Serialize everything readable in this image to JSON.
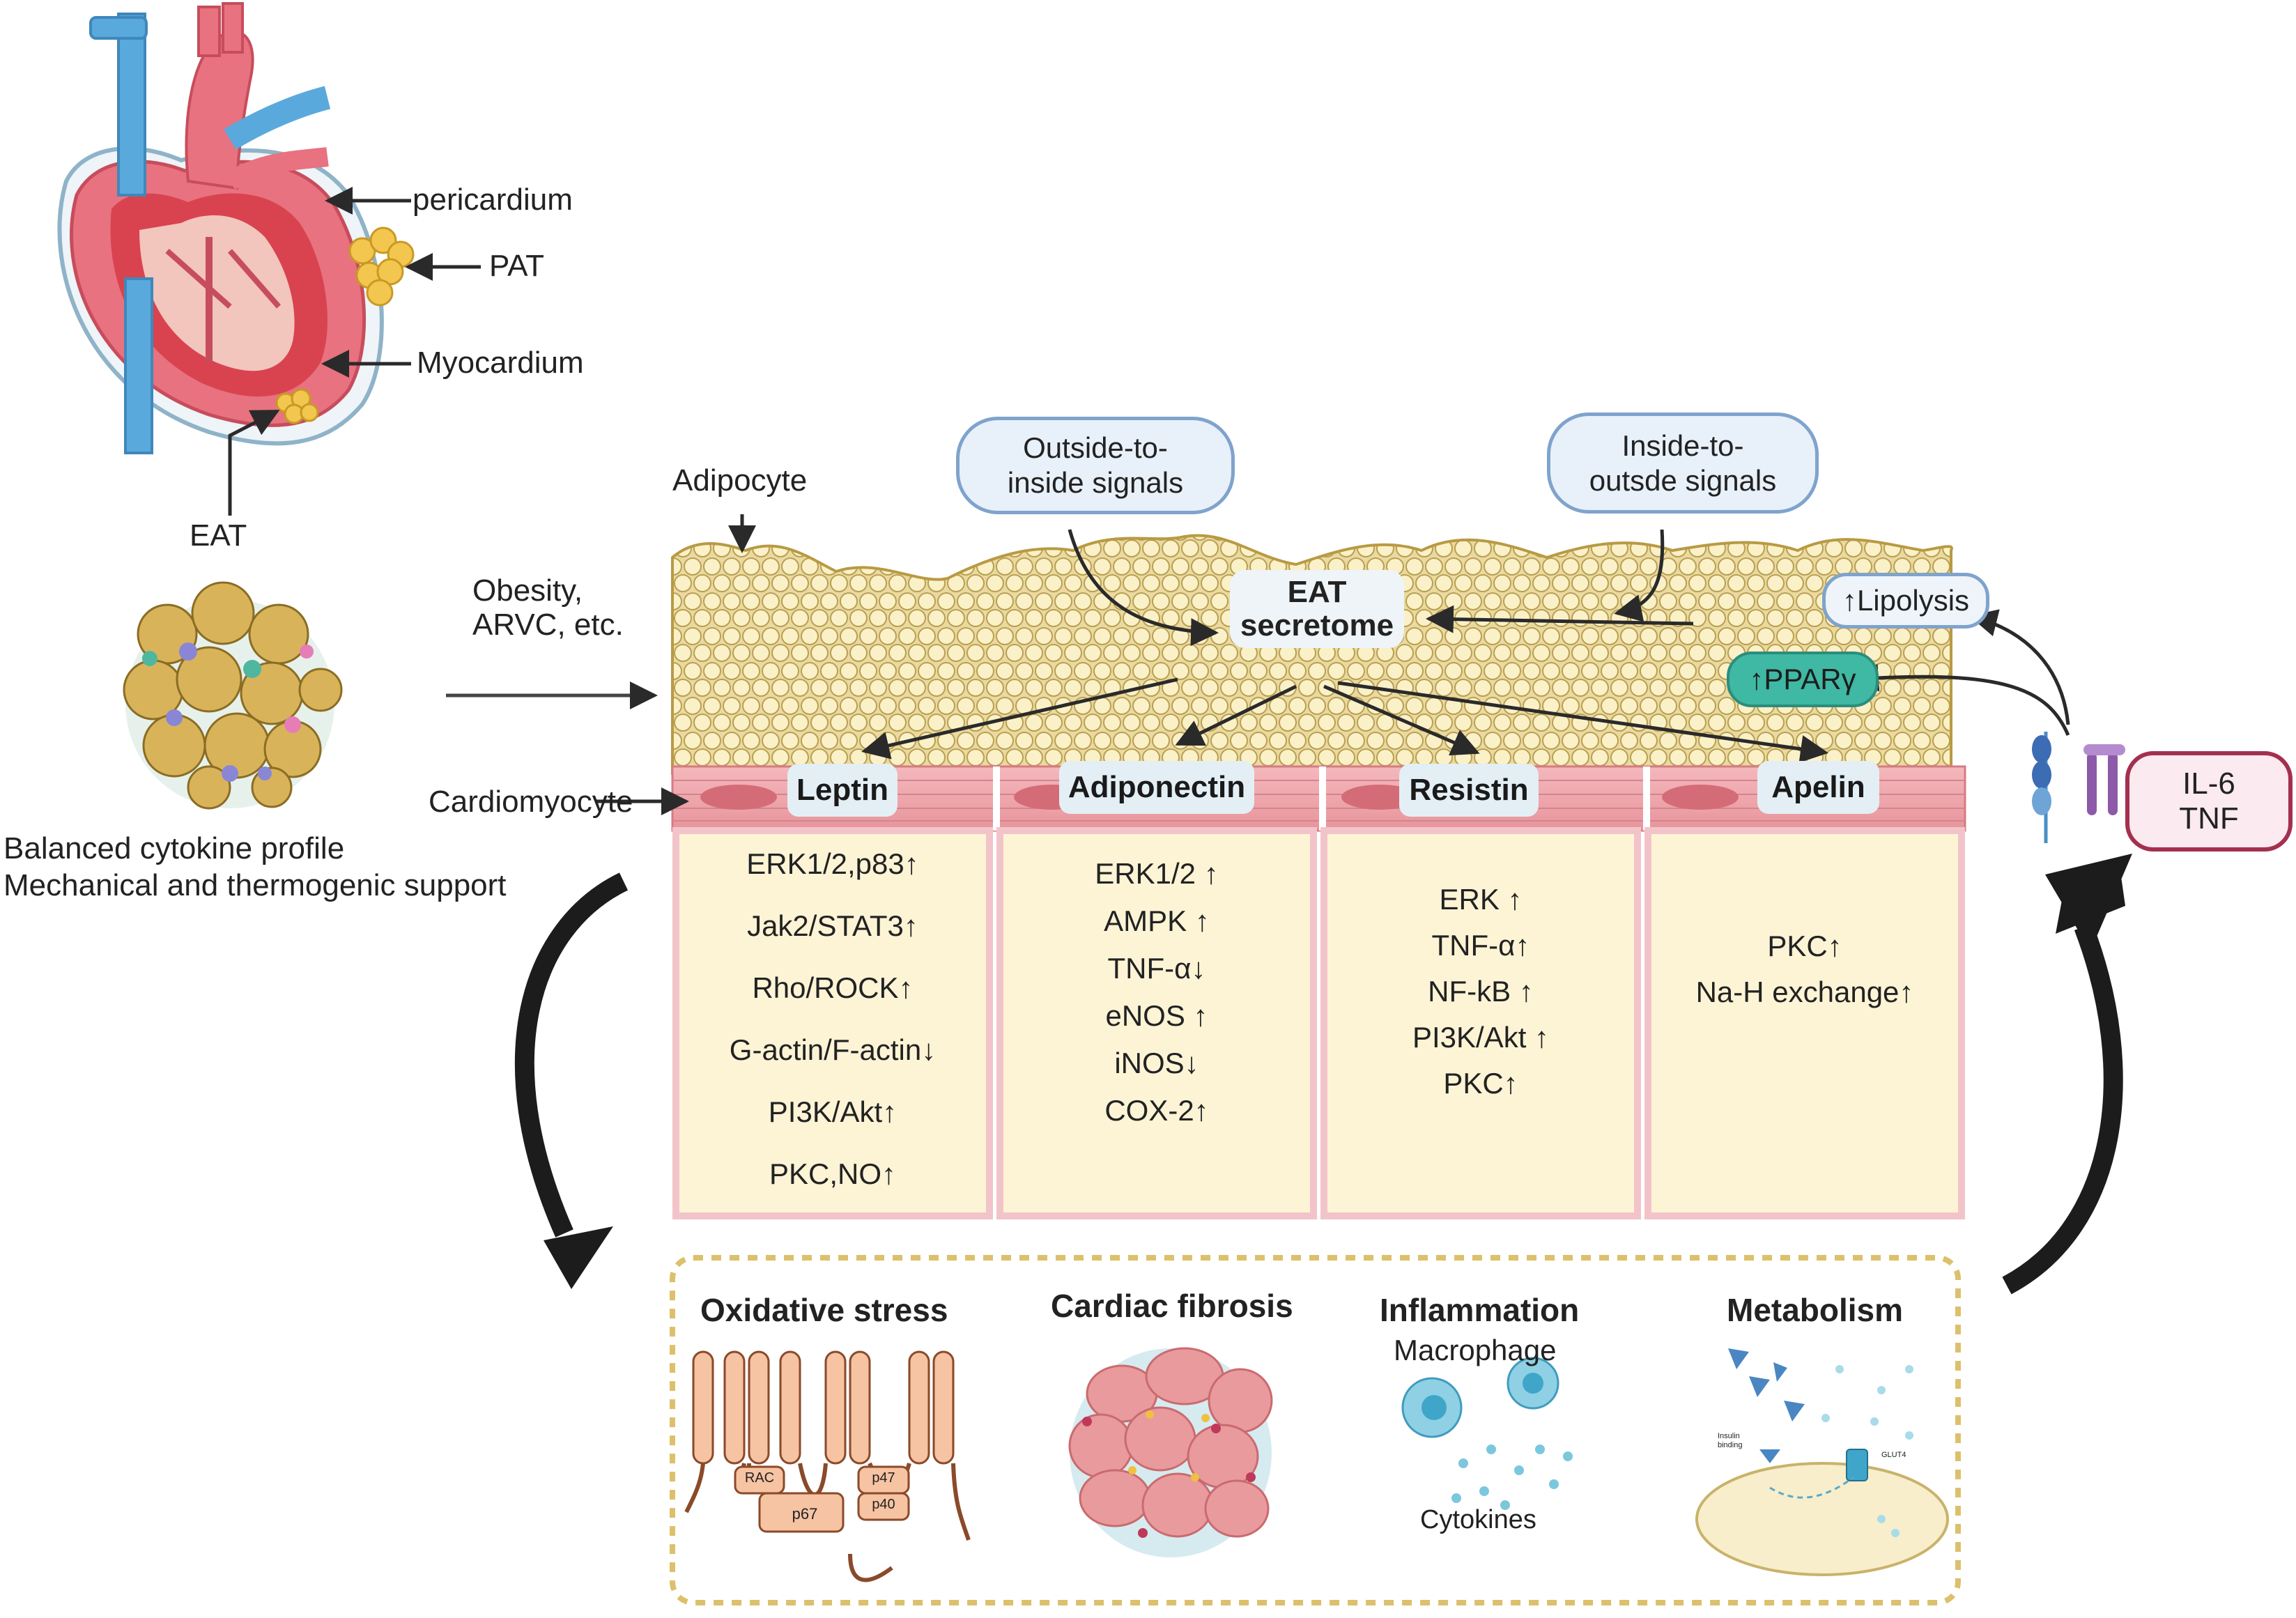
{
  "heart_labels": {
    "pericardium": "pericardium",
    "pat": "PAT",
    "myocardium": "Myocardium",
    "eat": "EAT"
  },
  "left_text": {
    "line1": "Balanced cytokine profile",
    "line2": "Mechanical and thermogenic support"
  },
  "obesity_label": {
    "line1": "Obesity,",
    "line2": "ARVC, etc."
  },
  "adipocyte_label": "Adipocyte",
  "cardiomyocyte_label": "Cardiomyocyte",
  "signals": {
    "outside": {
      "line1": "Outside-to-",
      "line2": "inside signals"
    },
    "inside": {
      "line1": "Inside-to-",
      "line2": "outsde signals"
    }
  },
  "secretome": {
    "line1": "EAT",
    "line2": "secretome"
  },
  "lipolysis": "↑Lipolysis",
  "ppar": "↑PPARγ",
  "cytokines_box": {
    "line1": "IL-6",
    "line2": "TNF"
  },
  "columns": [
    {
      "name": "Leptin",
      "items": [
        "ERK1/2,p83↑",
        "Jak2/STAT3↑",
        "Rho/ROCK↑",
        "G-actin/F-actin↓",
        "PI3K/Akt↑",
        "PKC,NO↑"
      ]
    },
    {
      "name": "Adiponectin",
      "items": [
        "ERK1/2 ↑",
        "AMPK  ↑",
        "TNF-α↓",
        "eNOS  ↑",
        "iNOS↓",
        "COX-2↑"
      ]
    },
    {
      "name": "Resistin",
      "items": [
        "ERK ↑",
        "TNF-α↑",
        "NF-kB ↑",
        "PI3K/Akt ↑",
        "PKC↑"
      ]
    },
    {
      "name": "Apelin",
      "items": [
        "PKC↑",
        "Na-H exchange↑"
      ]
    }
  ],
  "outcomes": {
    "oxidative": {
      "title": "Oxidative stress",
      "rac": "RAC",
      "p67": "p67",
      "p47": "p47",
      "p40": "p40"
    },
    "fibrosis": {
      "title": "Cardiac fibrosis"
    },
    "inflammation": {
      "title": "Inflammation",
      "macrophage": "Macrophage",
      "cytokines": "Cytokines"
    },
    "metabolism": {
      "title": "Metabolism",
      "insulin_binding_1": "Insulin",
      "insulin_binding_2": "binding",
      "glut4": "GLUT4"
    }
  },
  "colors": {
    "fat_fill": "#f7e9b4",
    "fat_stroke": "#b99a43",
    "column_fill": "#fdf4d6",
    "column_border": "#f2c4c9",
    "muscle": "#f0a7ae",
    "pill_bg": "#e3eff5",
    "bubble_border": "#7fa3cc",
    "ppar_bg": "#3fb8a4",
    "cyto_border": "#a3304f",
    "cyto_bg": "#fbeaf0",
    "dashed_border": "#dcc06b"
  }
}
